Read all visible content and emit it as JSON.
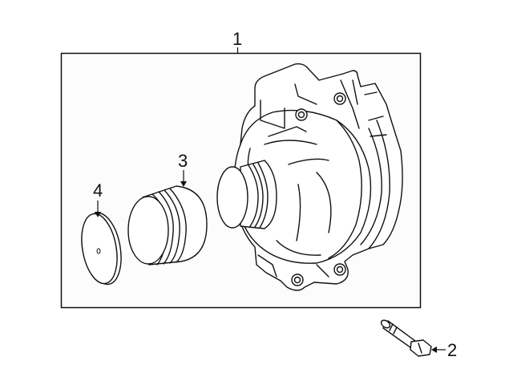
{
  "diagram": {
    "title": "Alternator assembly exploded parts view",
    "colors": {
      "line": "#111111",
      "background": "#ffffff",
      "box_fill": "#fcfcfc"
    },
    "callouts": [
      {
        "number": "1",
        "part": "alternator-assembly"
      },
      {
        "number": "2",
        "part": "mounting-bolt"
      },
      {
        "number": "3",
        "part": "pulley"
      },
      {
        "number": "4",
        "part": "pulley-cap"
      }
    ]
  }
}
